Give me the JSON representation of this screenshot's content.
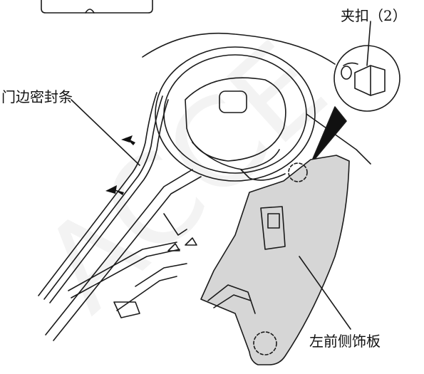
{
  "labels": {
    "clip": "夹扣（2）",
    "door_seal": "门边密封条",
    "left_front_side_trim": "左前侧饰板"
  },
  "watermark": "ACCE",
  "colors": {
    "line": "#1a1a1a",
    "panel_fill": "#d6d6d6",
    "background": "#ffffff"
  }
}
